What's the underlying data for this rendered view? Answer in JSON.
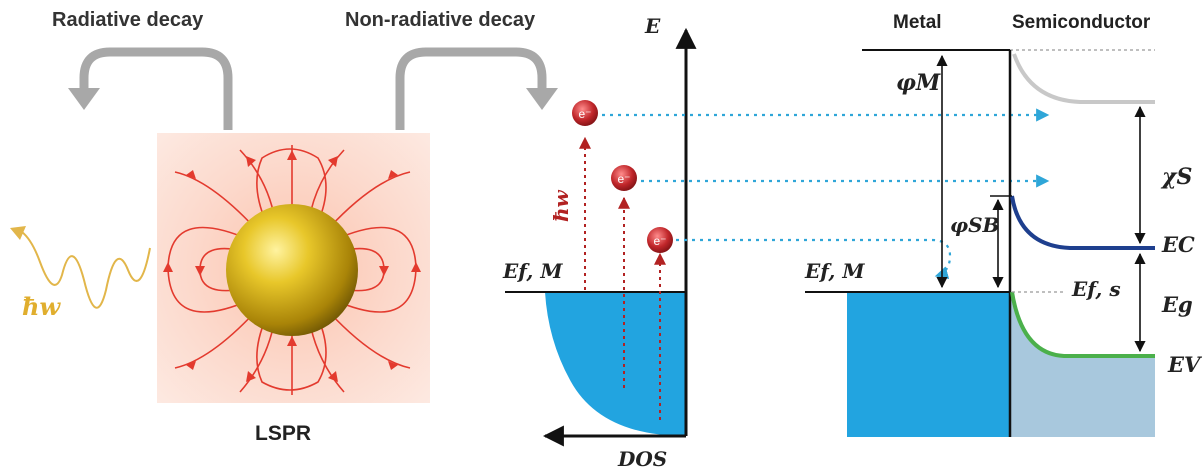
{
  "titles": {
    "radiative": "Radiative decay",
    "nonradiative": "Non-radiative decay",
    "lspr": "LSPR",
    "metal": "Metal",
    "semiconductor": "Semiconductor"
  },
  "symbols": {
    "hw_emit": "ħw",
    "hw_excite": "ħw",
    "energy_axis": "E",
    "dos_axis": "DOS",
    "fermi_metal_left": "Ef, M",
    "fermi_metal_right": "Ef, M",
    "work_function": "φM",
    "schottky_barrier": "φSB",
    "electron_affinity": "χS",
    "conduction_band": "EC",
    "fermi_semiconductor": "Ef, s",
    "band_gap": "Eg",
    "valence_band": "EV",
    "electron": "e⁻"
  },
  "colors": {
    "arrow_gray": "#a8a8a8",
    "field_red": "#e33a2e",
    "glow": "#fcd6c8",
    "gold": "#d4b21f",
    "metal_blue": "#22a4e0",
    "semi_blue": "#a8c8dd",
    "conduction_navy": "#1e3f8e",
    "valence_green": "#4bb04b",
    "vacuum_gray": "#c8c8c8",
    "electron_red": "#c0262a",
    "transfer_dotted": "#2fa6d8"
  }
}
